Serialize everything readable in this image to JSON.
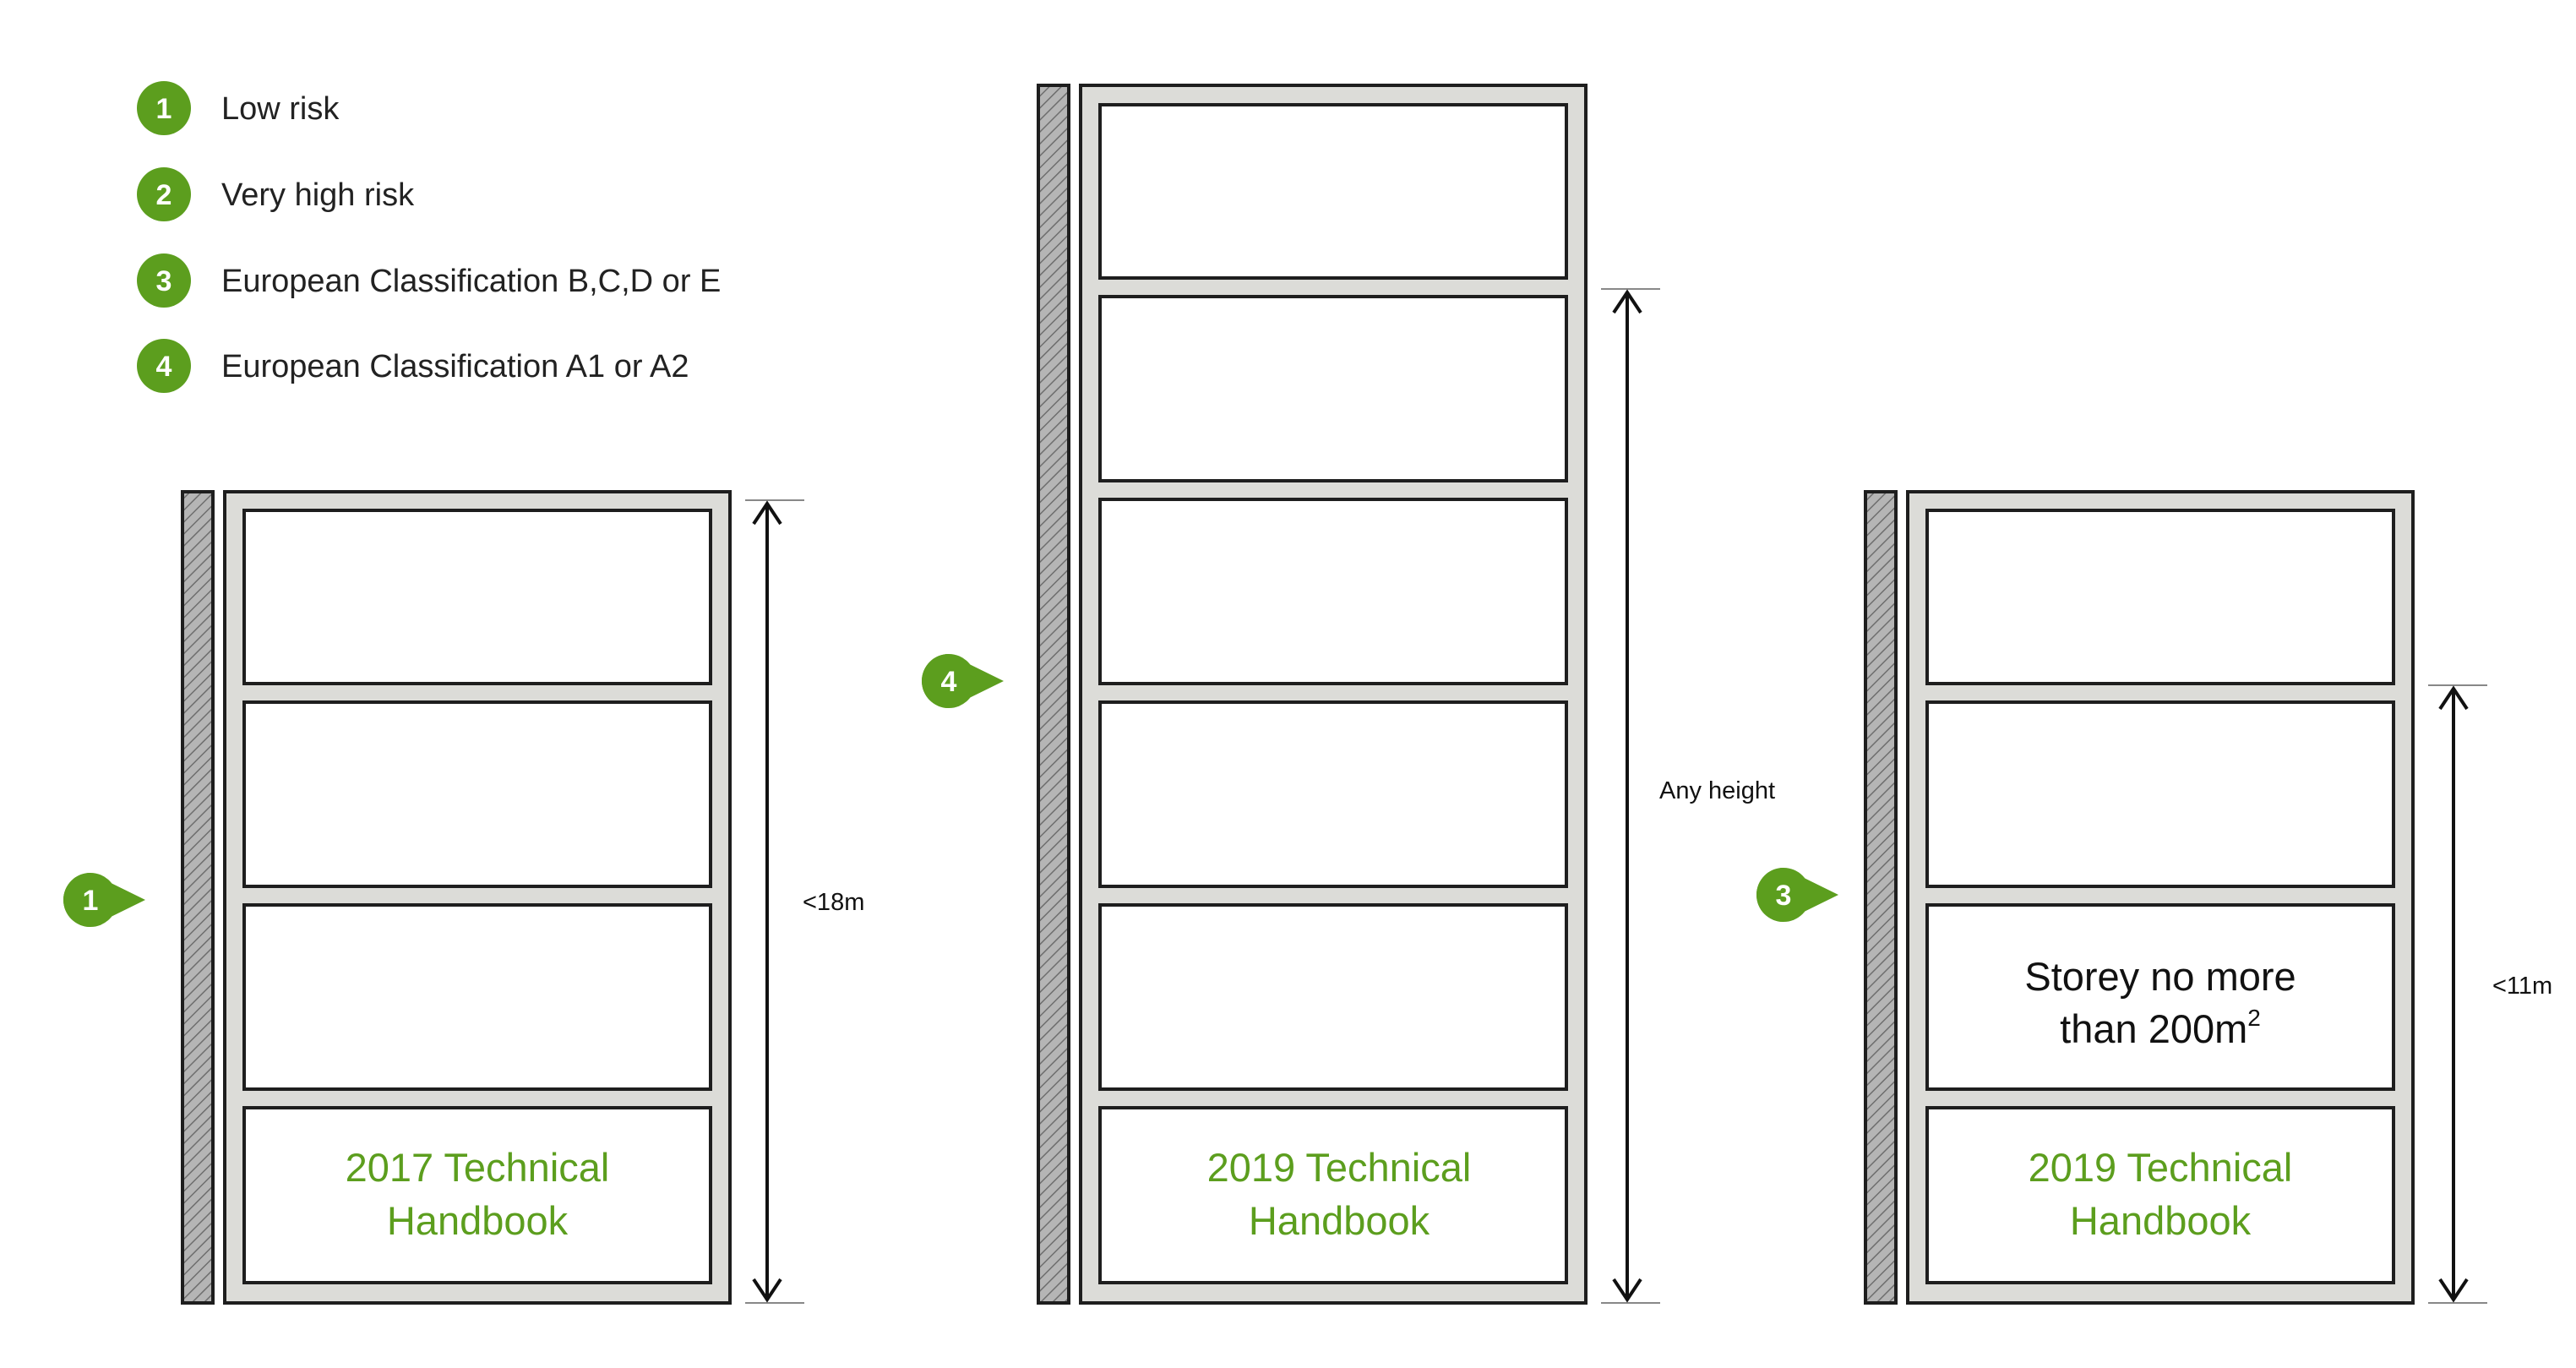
{
  "colors": {
    "accent_green": "#5c9e1e",
    "frame_fill": "#dcdcd8",
    "outline": "#1e1e1e",
    "wall_hatch": "#9a9a9a"
  },
  "legend": [
    {
      "number": "1",
      "label": "Low risk"
    },
    {
      "number": "2",
      "label": "Very high risk"
    },
    {
      "number": "3",
      "label": "European Classification B,C,D or E"
    },
    {
      "number": "4",
      "label": "European Classification A1 or A2"
    }
  ],
  "buildings": [
    {
      "id": "building-2017",
      "badge": "1",
      "storeys": 4,
      "height_label": "<18m",
      "ground_label": {
        "line1": "2017 Technical",
        "line2": "Handbook"
      }
    },
    {
      "id": "building-2019-tall",
      "badge": "4",
      "storeys": 6,
      "height_label": "Any height",
      "ground_label": {
        "line1": "2019 Technical",
        "line2": "Handbook"
      }
    },
    {
      "id": "building-2019-low",
      "badge": "3",
      "storeys": 4,
      "height_label": "<11m",
      "storey_label": {
        "line1": "Storey no more",
        "line2_base": "than 200m",
        "line2_sup": "2"
      },
      "ground_label": {
        "line1": "2019 Technical",
        "line2": "Handbook"
      }
    }
  ],
  "icons": {
    "legend_badge": "numbered-circle-icon",
    "pointer_badge": "numbered-pointer-icon",
    "wall": "hatched-wall-icon",
    "dimension": "double-arrow-icon"
  }
}
